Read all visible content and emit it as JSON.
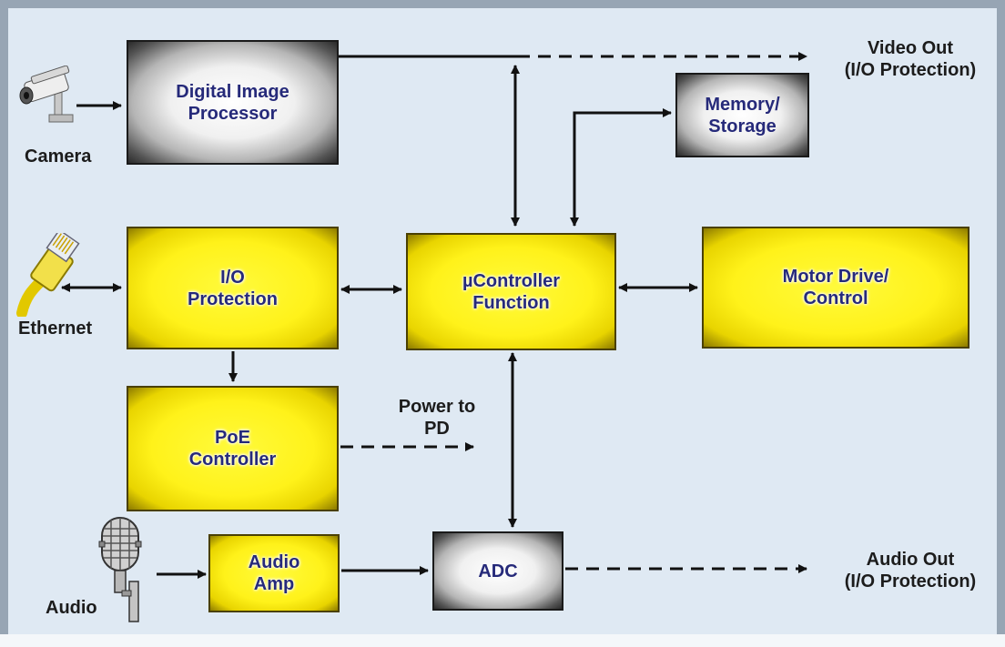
{
  "blocks": {
    "digital_image_processor": "Digital Image\nProcessor",
    "memory_storage": "Memory/\nStorage",
    "io_protection": "I/O\nProtection",
    "ucontroller": "µController\nFunction",
    "motor_drive": "Motor Drive/\nControl",
    "poe_controller": "PoE\nController",
    "audio_amp": "Audio\nAmp",
    "adc": "ADC"
  },
  "labels": {
    "camera": "Camera",
    "ethernet": "Ethernet",
    "audio": "Audio",
    "video_out": "Video Out\n(I/O Protection)",
    "audio_out": "Audio Out\n(I/O Protection)",
    "power_to_pd": "Power to\nPD"
  },
  "icons": {
    "camera": "security-camera-icon",
    "ethernet": "ethernet-cable-icon",
    "microphone": "microphone-icon"
  },
  "colors": {
    "background": "#dfe9f3",
    "border": "#97a5b4",
    "block_yellow": "#fff21a",
    "block_text": "#262a7a"
  }
}
